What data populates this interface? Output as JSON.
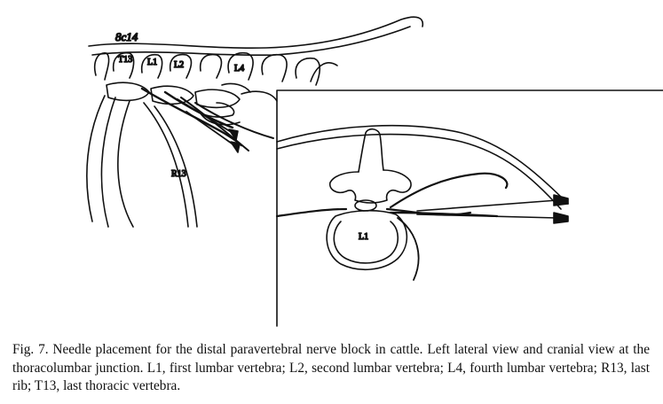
{
  "figure": {
    "handwritten_mark": "8c14",
    "labels": {
      "t13": "T13",
      "l1": "L1",
      "l2": "L2",
      "l4": "L4",
      "r13": "R13",
      "l1_cross_section": "L1"
    }
  },
  "caption": {
    "text": "Fig. 7.  Needle placement for the distal paravertebral nerve block in cattle. Left lateral view and cranial view at the thoracolumbar junction. L1, first lumbar vertebra; L2, second lumbar vertebra; L4, fourth lumbar vertebra; R13, last rib; T13, last thoracic vertebra."
  }
}
